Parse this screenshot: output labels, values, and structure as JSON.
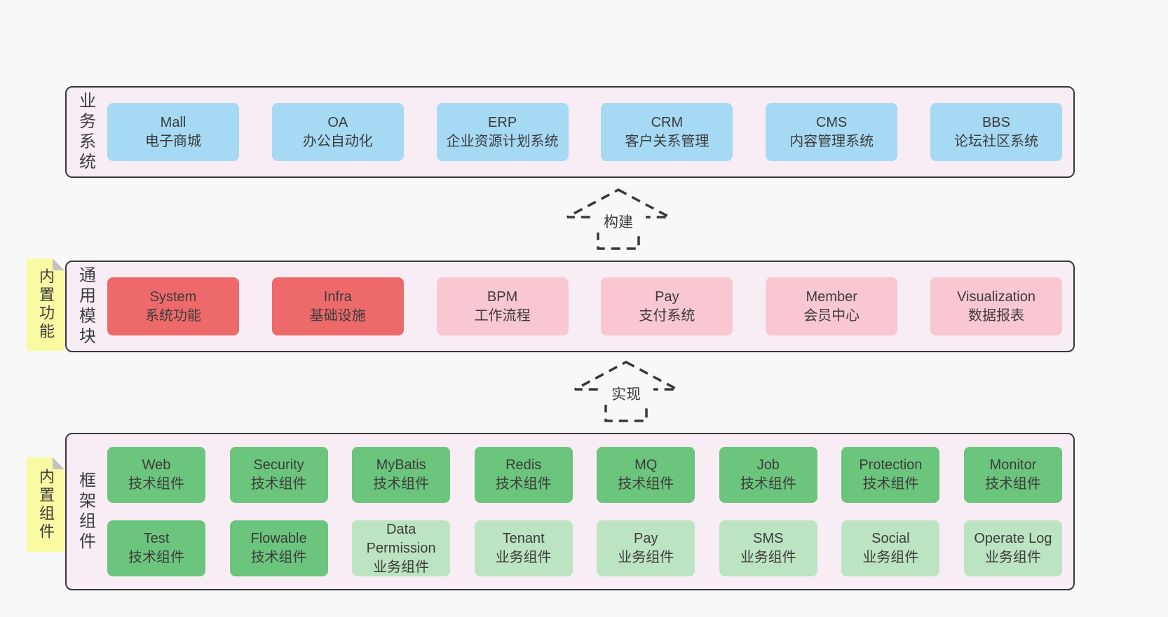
{
  "colors": {
    "page_bg": "#f8f8f8",
    "panel_bg": "#f8edf5",
    "panel_border": "#383838",
    "blue": "#a6d9f3",
    "red": "#ee6a6a",
    "pink": "#f9c7d1",
    "green": "#6cc57c",
    "light_green": "#bce4c2",
    "sticky_yellow": "#fafaa3",
    "fold_gray": "#c2c2c2",
    "text": "#3c3c3c"
  },
  "sections": [
    {
      "id": "business-systems",
      "label": "业务系统",
      "boxes": [
        {
          "en": "Mall",
          "zh": "电子商城",
          "variant": "blue"
        },
        {
          "en": "OA",
          "zh": "办公自动化",
          "variant": "blue"
        },
        {
          "en": "ERP",
          "zh": "企业资源计划系统",
          "variant": "blue"
        },
        {
          "en": "CRM",
          "zh": "客户关系管理",
          "variant": "blue"
        },
        {
          "en": "CMS",
          "zh": "内容管理系统",
          "variant": "blue"
        },
        {
          "en": "BBS",
          "zh": "论坛社区系统",
          "variant": "blue"
        }
      ]
    },
    {
      "id": "common-modules",
      "label": "通用模块",
      "boxes": [
        {
          "en": "System",
          "zh": "系统功能",
          "variant": "red"
        },
        {
          "en": "Infra",
          "zh": "基础设施",
          "variant": "red"
        },
        {
          "en": "BPM",
          "zh": "工作流程",
          "variant": "pink"
        },
        {
          "en": "Pay",
          "zh": "支付系统",
          "variant": "pink"
        },
        {
          "en": "Member",
          "zh": "会员中心",
          "variant": "pink"
        },
        {
          "en": "Visualization",
          "zh": "数据报表",
          "variant": "pink"
        }
      ]
    },
    {
      "id": "framework-components",
      "label": "框架组件",
      "boxes": [
        {
          "en": "Web",
          "zh": "技术组件",
          "variant": "green"
        },
        {
          "en": "Security",
          "zh": "技术组件",
          "variant": "green"
        },
        {
          "en": "MyBatis",
          "zh": "技术组件",
          "variant": "green"
        },
        {
          "en": "Redis",
          "zh": "技术组件",
          "variant": "green"
        },
        {
          "en": "MQ",
          "zh": "技术组件",
          "variant": "green"
        },
        {
          "en": "Job",
          "zh": "技术组件",
          "variant": "green"
        },
        {
          "en": "Protection",
          "zh": "技术组件",
          "variant": "green"
        },
        {
          "en": "Monitor",
          "zh": "技术组件",
          "variant": "green"
        },
        {
          "en": "Test",
          "zh": "技术组件",
          "variant": "green"
        },
        {
          "en": "Flowable",
          "zh": "技术组件",
          "variant": "green"
        },
        {
          "en": "Data Permission",
          "zh": "业务组件",
          "variant": "lightgreen"
        },
        {
          "en": "Tenant",
          "zh": "业务组件",
          "variant": "lightgreen"
        },
        {
          "en": "Pay",
          "zh": "业务组件",
          "variant": "lightgreen"
        },
        {
          "en": "SMS",
          "zh": "业务组件",
          "variant": "lightgreen"
        },
        {
          "en": "Social",
          "zh": "业务组件",
          "variant": "lightgreen"
        },
        {
          "en": "Operate Log",
          "zh": "业务组件",
          "variant": "lightgreen"
        }
      ]
    }
  ],
  "stickies": [
    {
      "text": "内置功能"
    },
    {
      "text": "内置组件"
    }
  ],
  "arrows": [
    {
      "label": "构建"
    },
    {
      "label": "实现"
    }
  ]
}
